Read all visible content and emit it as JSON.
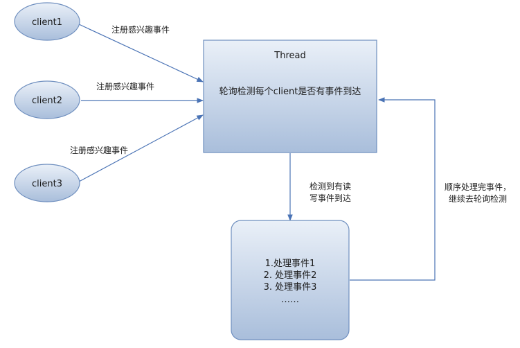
{
  "clients": [
    {
      "label": "client1"
    },
    {
      "label": "client2"
    },
    {
      "label": "client3"
    }
  ],
  "thread": {
    "title": "Thread",
    "description": "轮询检测每个client是否有事件到达"
  },
  "handler": {
    "lines": [
      "1.处理事件1",
      "2. 处理事件2",
      "3. 处理事件3",
      "……"
    ]
  },
  "edges": {
    "register_1": "注册感兴趣事件",
    "register_2": "注册感兴趣事件",
    "register_3": "注册感兴趣事件",
    "detected": [
      "检测到有读",
      "写事件到达"
    ],
    "continue": [
      "顺序处理完事件，",
      "继续去轮询检测"
    ]
  },
  "colors": {
    "node_fill_top": "#eaf0f8",
    "node_fill_bottom": "#a9bedb",
    "node_stroke": "#6f8fbf",
    "edge_stroke": "#4a73b5"
  }
}
